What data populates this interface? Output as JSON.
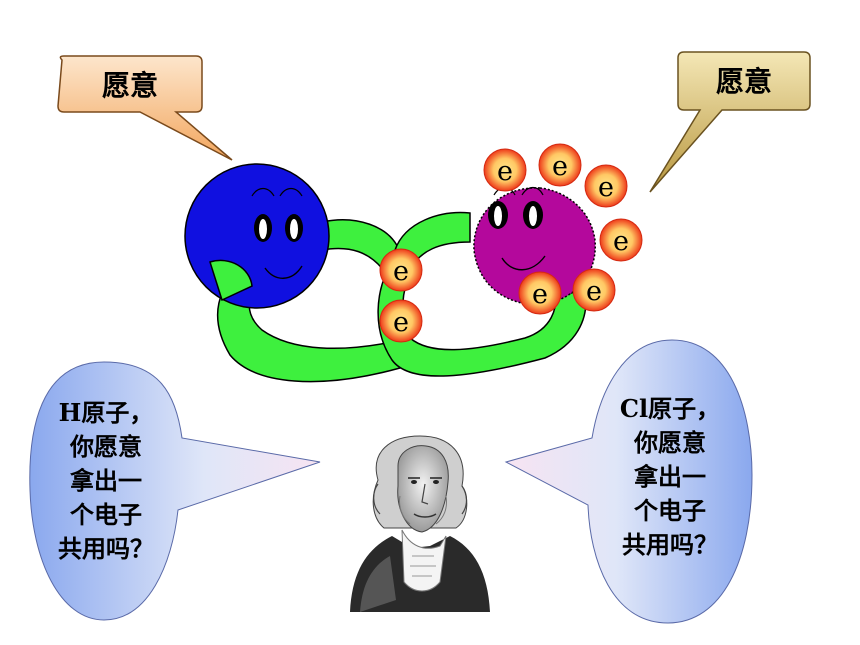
{
  "callout_left": {
    "text": "愿意"
  },
  "callout_right": {
    "text": "愿意"
  },
  "electron_symbol": "e",
  "bubble_left": {
    "lines": [
      "H原子，",
      "你愿意",
      "拿出一",
      "个电子",
      "共用吗？"
    ]
  },
  "bubble_right": {
    "lines": [
      "Cl原子，",
      "你愿意",
      "拿出一",
      "个电子",
      "共用吗？"
    ]
  },
  "colors": {
    "h_atom": "#1010e0",
    "cl_atom": "#b4089c",
    "arms": "#3ef03e",
    "electron_outer": "#f04a1e",
    "electron_inner": "#ffd06a",
    "callout_left_fill": "#f7b978",
    "callout_right_fill": "#c7ac5e",
    "bubble_blue": "#9ab4f0"
  }
}
